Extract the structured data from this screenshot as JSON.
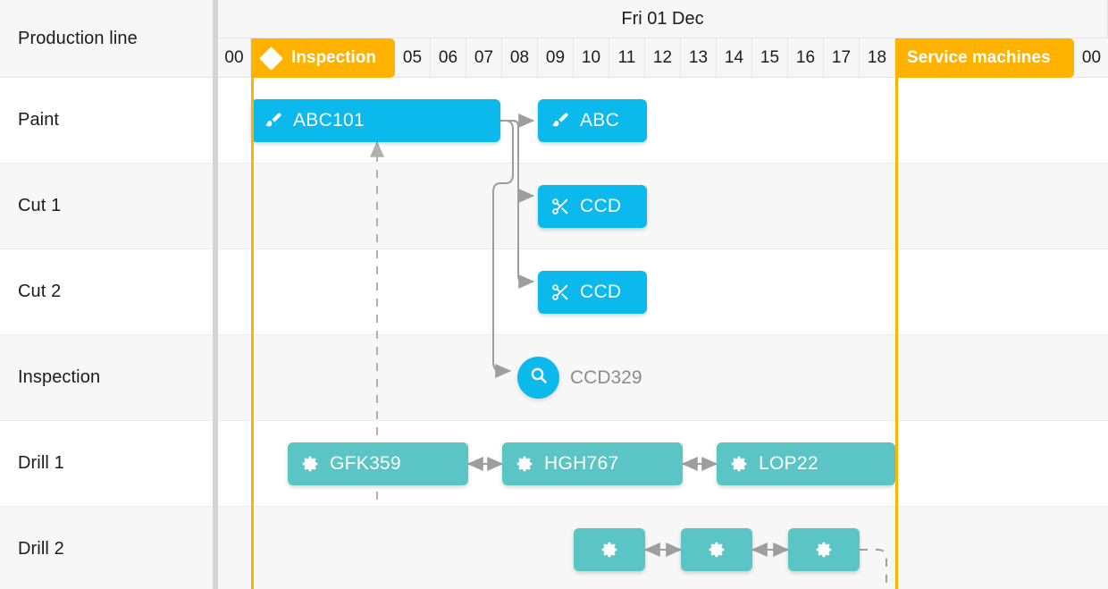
{
  "sidebar": {
    "header": "Production line",
    "rows": [
      {
        "label": "Paint"
      },
      {
        "label": "Cut 1"
      },
      {
        "label": "Cut 2"
      },
      {
        "label": "Inspection"
      },
      {
        "label": "Drill 1"
      },
      {
        "label": "Drill 2"
      }
    ]
  },
  "timeline": {
    "day_label": "Fri 01 Dec",
    "hours": [
      "00",
      "05",
      "06",
      "07",
      "08",
      "09",
      "10",
      "11",
      "12",
      "13",
      "14",
      "15",
      "16",
      "17",
      "18",
      "00"
    ],
    "markers": [
      {
        "name": "inspection-marker",
        "label": "Inspection",
        "icon": "diamond-icon",
        "color": "#ffb200"
      },
      {
        "name": "service-machines-marker",
        "label": "Service machines",
        "icon": "none",
        "color": "#ffb200"
      }
    ]
  },
  "tasks": [
    {
      "id": "t1",
      "row": "Paint",
      "label": "ABC101",
      "icon": "paintbrush-icon",
      "color": "#0cb9ec"
    },
    {
      "id": "t2",
      "row": "Paint",
      "label": "ABC",
      "icon": "paintbrush-icon",
      "color": "#0cb9ec"
    },
    {
      "id": "t3",
      "row": "Cut 1",
      "label": "CCD",
      "icon": "scissors-icon",
      "color": "#0cb9ec"
    },
    {
      "id": "t4",
      "row": "Cut 2",
      "label": "CCD",
      "icon": "scissors-icon",
      "color": "#0cb9ec"
    },
    {
      "id": "t5",
      "row": "Inspection",
      "label": "CCD329",
      "icon": "magnifier-icon",
      "color": "#0cb9ec"
    },
    {
      "id": "t6",
      "row": "Drill 1",
      "label": "GFK359",
      "icon": "gear-icon",
      "color": "#5bc4c4"
    },
    {
      "id": "t7",
      "row": "Drill 1",
      "label": "HGH767",
      "icon": "gear-icon",
      "color": "#5bc4c4"
    },
    {
      "id": "t8",
      "row": "Drill 1",
      "label": "LOP22",
      "icon": "gear-icon",
      "color": "#5bc4c4"
    },
    {
      "id": "t9",
      "row": "Drill 2",
      "label": "",
      "icon": "gear-icon",
      "color": "#5bc4c4"
    },
    {
      "id": "t10",
      "row": "Drill 2",
      "label": "",
      "icon": "gear-icon",
      "color": "#5bc4c4"
    },
    {
      "id": "t11",
      "row": "Drill 2",
      "label": "",
      "icon": "gear-icon",
      "color": "#5bc4c4"
    }
  ],
  "colors": {
    "accent_orange": "#ffb200",
    "task_blue": "#0cb9ec",
    "task_teal": "#5bc4c4",
    "row_alt": "#f7f7f7",
    "link_gray": "#9e9e9e"
  }
}
